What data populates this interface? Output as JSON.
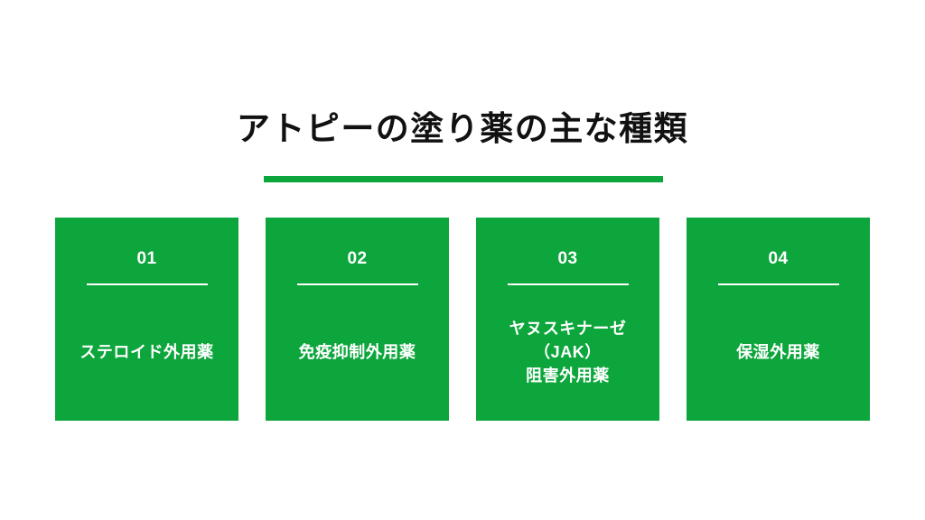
{
  "slide": {
    "background_color": "#FFFFFF",
    "accent_color": "#0CA63C",
    "text_color_on_accent": "#FFFFFF",
    "title": "アトピーの塗り薬の主な種類"
  },
  "cards": [
    {
      "number": "01",
      "lines": [
        "ステロイド外用薬"
      ]
    },
    {
      "number": "02",
      "lines": [
        "免疫抑制外用薬"
      ]
    },
    {
      "number": "03",
      "lines": [
        "ヤヌスキナーゼ",
        "（JAK）",
        "阻害外用薬"
      ]
    },
    {
      "number": "04",
      "lines": [
        "保湿外用薬"
      ]
    }
  ]
}
